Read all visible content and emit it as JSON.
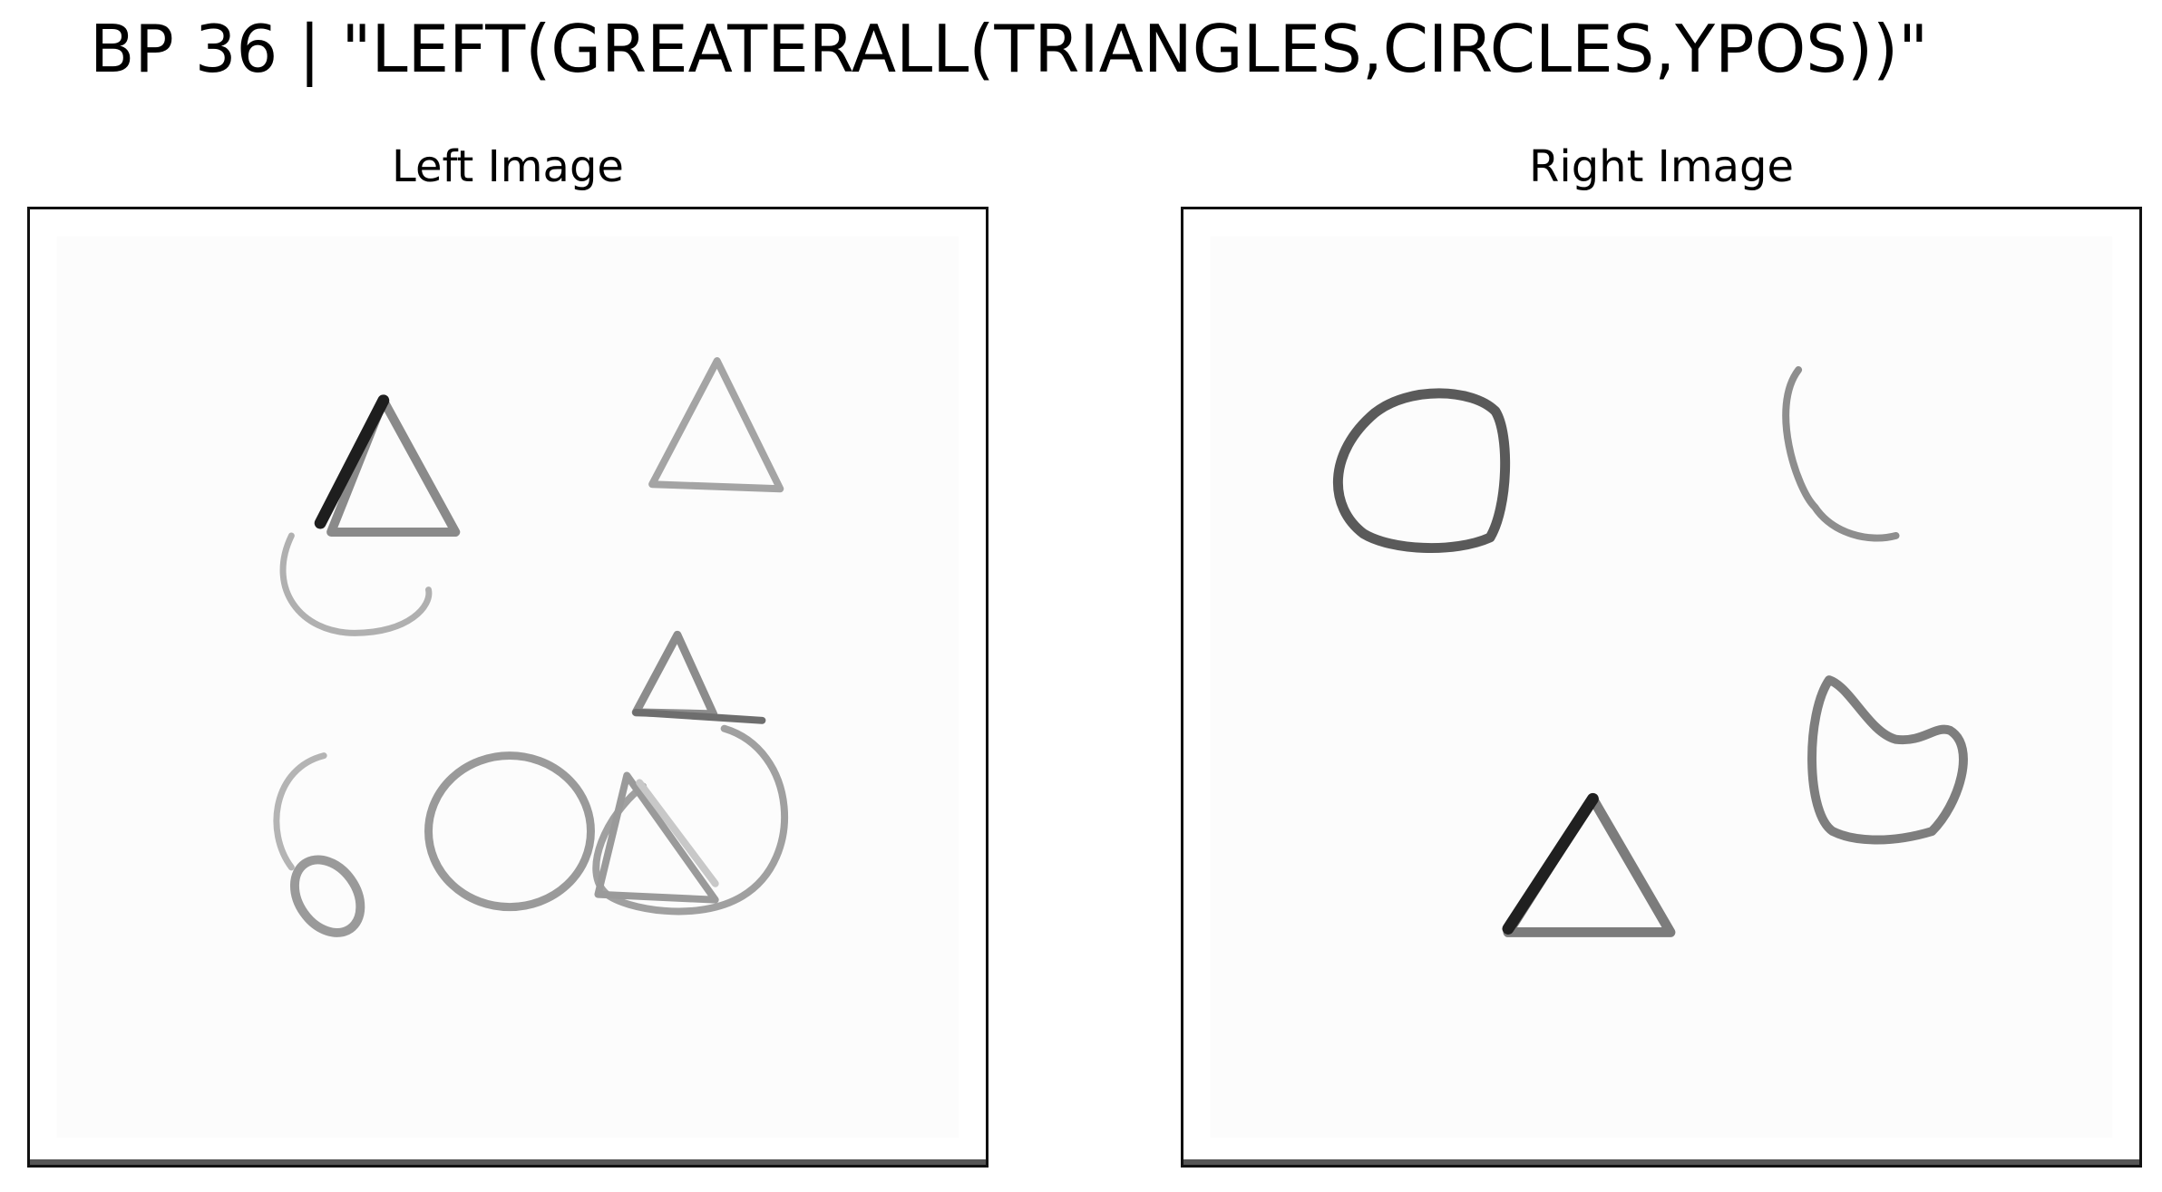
{
  "title": "BP 36 | \"LEFT(GREATERALL(TRIANGLES,CIRCLES,YPOS))\"",
  "panels": {
    "left": {
      "label": "Left Image"
    },
    "right": {
      "label": "Right Image"
    }
  }
}
